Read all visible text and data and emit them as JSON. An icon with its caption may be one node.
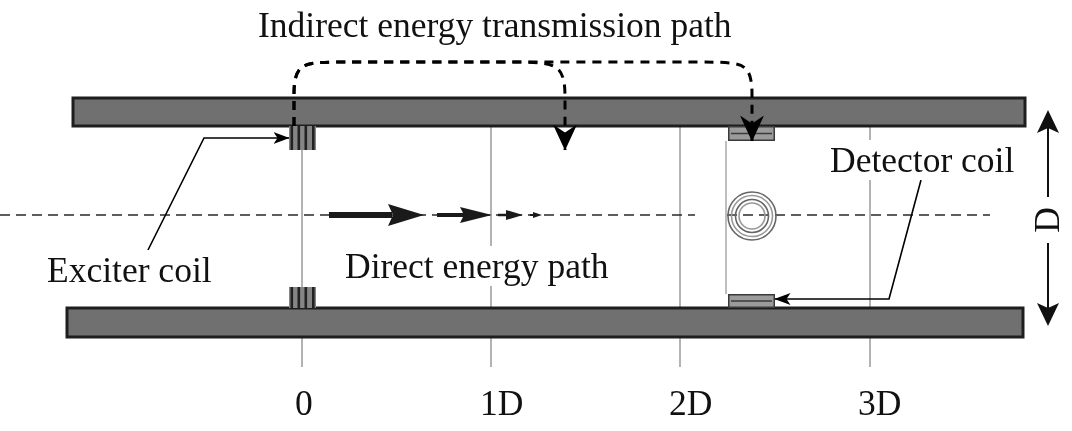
{
  "diagram": {
    "nodes": [
      {
        "text": [],
        "shape": "box"
      },
      {
        "text": [],
        "shape": "box"
      },
      {
        "text": [
          "Detector coil"
        ]
      },
      {
        "text": [
          "Exciter coil"
        ]
      },
      {
        "text": [],
        "shape": "box"
      },
      {
        "text": [],
        "shape": "box"
      }
    ],
    "edges": [
      {
        "from": 0,
        "to": 1,
        "arrow": "to",
        "style": "dashed",
        "label": "Indirect energy transmission path"
      },
      {
        "from": 0,
        "to": null,
        "arrow": "to",
        "style": "dashed"
      },
      {
        "from": 3,
        "to": 0,
        "arrow": "to"
      },
      {
        "from": 2,
        "to": 5,
        "arrow": "to"
      }
    ],
    "labels": [
      "D",
      "Direct energy path",
      "0",
      "1D",
      "2D",
      "3D"
    ]
  }
}
